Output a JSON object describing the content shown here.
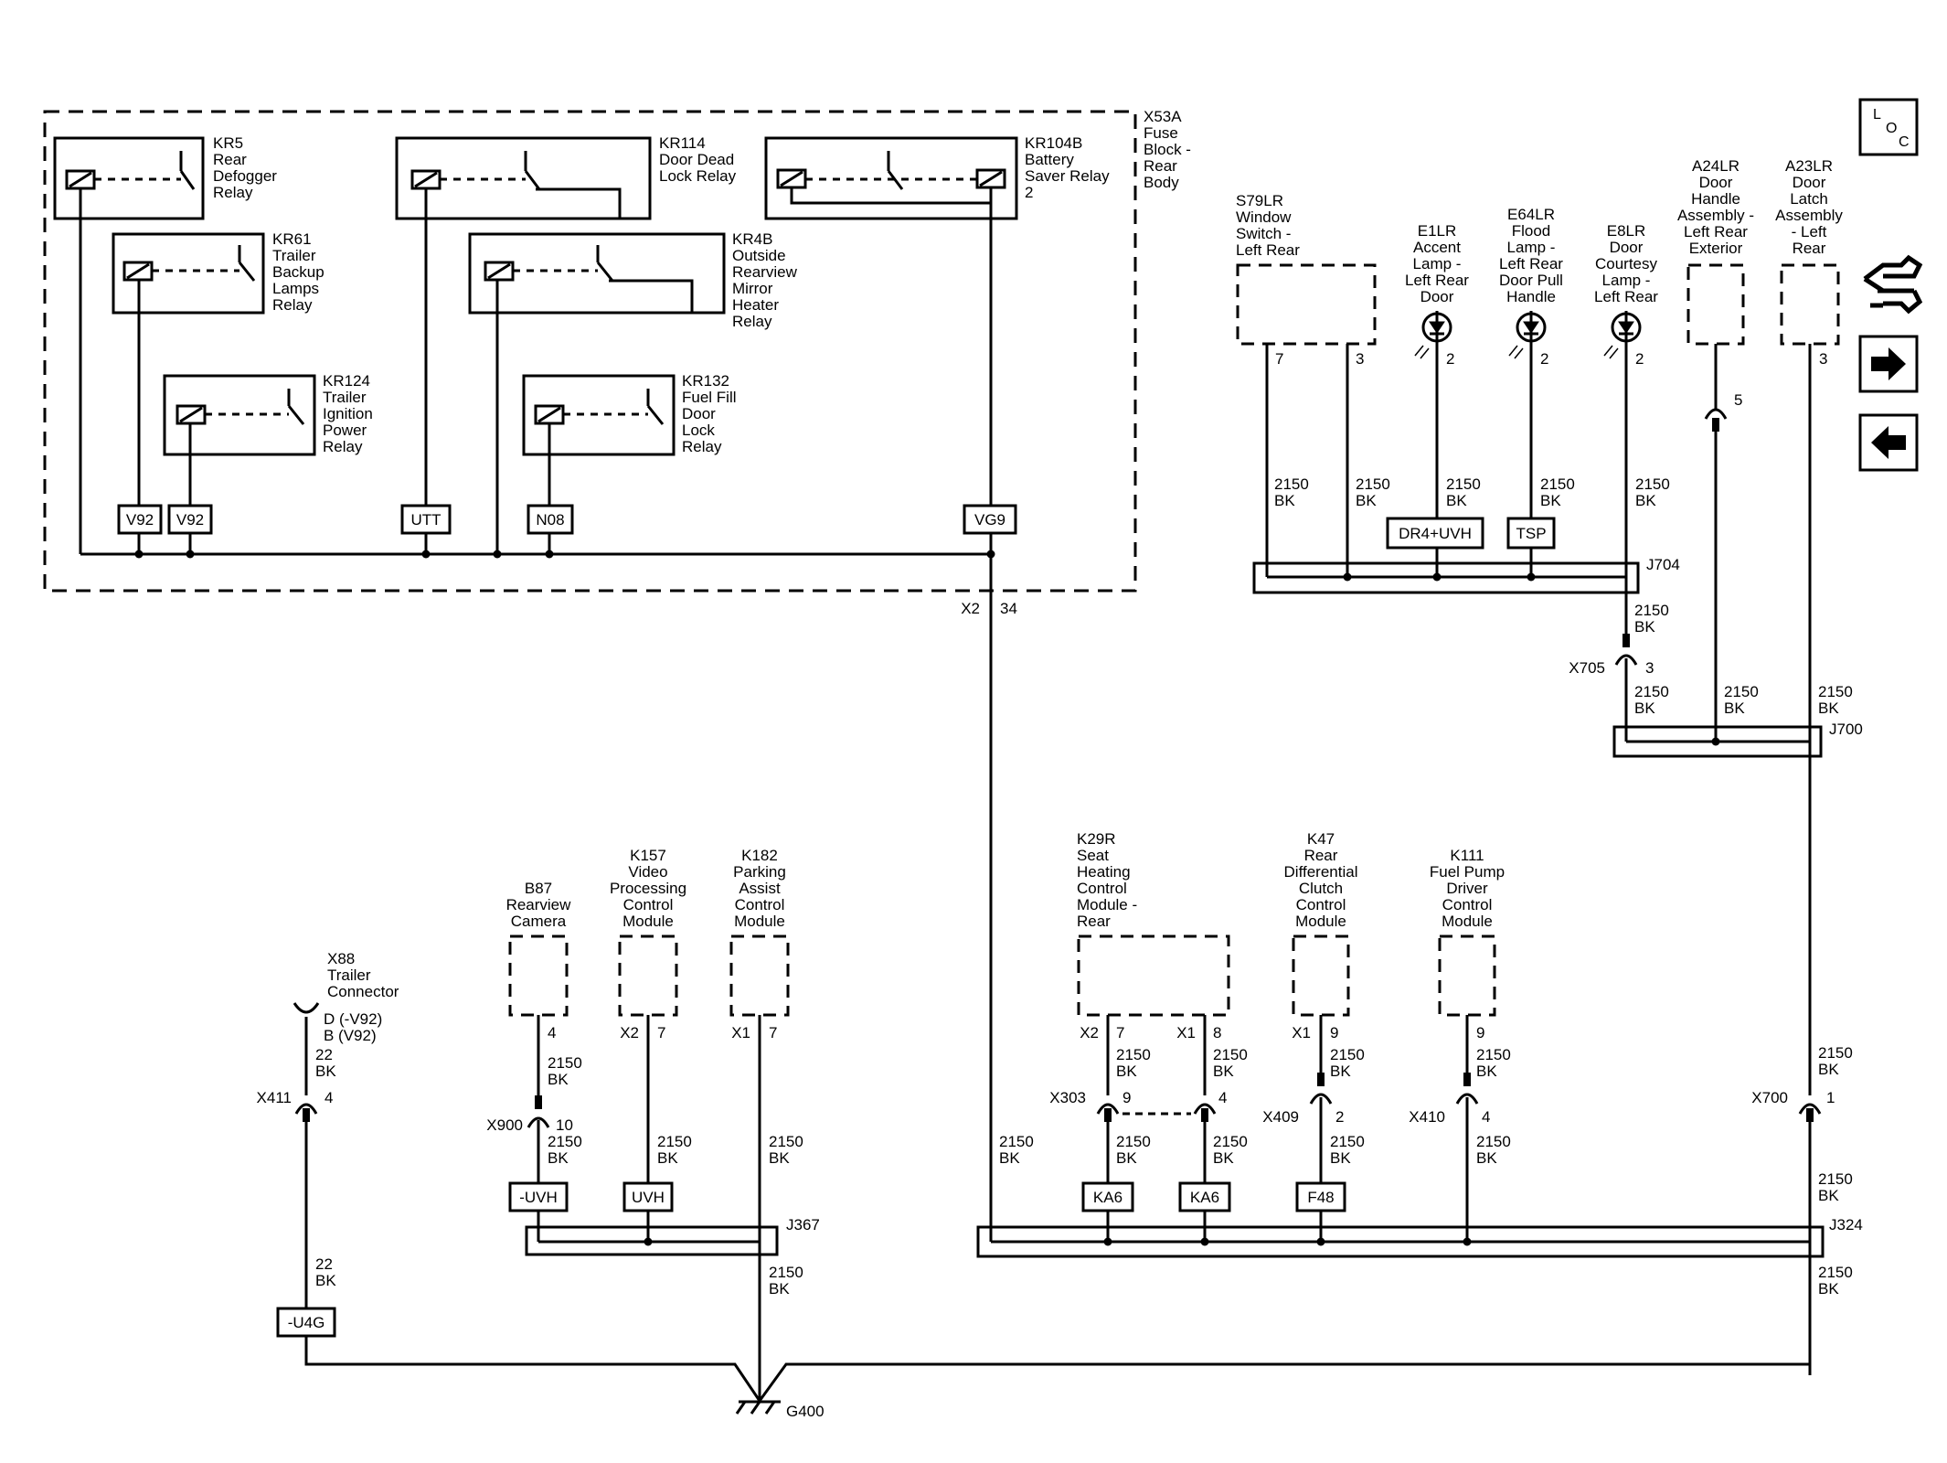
{
  "fuse_block": {
    "name": [
      "X53A",
      "Fuse",
      "Block -",
      "Rear",
      "Body"
    ],
    "conn": "X2",
    "pin": "34"
  },
  "relays": {
    "kr5": [
      "KR5",
      "Rear",
      "Defogger",
      "Relay"
    ],
    "kr114": [
      "KR114",
      "Door Dead",
      "Lock Relay"
    ],
    "kr104b": [
      "KR104B",
      "Battery",
      "Saver Relay",
      "2"
    ],
    "kr61": [
      "KR61",
      "Trailer",
      "Backup",
      "Lamps",
      "Relay"
    ],
    "kr4b": [
      "KR4B",
      "Outside",
      "Rearview",
      "Mirror",
      "Heater",
      "Relay"
    ],
    "kr124": [
      "KR124",
      "Trailer",
      "Ignition",
      "Power",
      "Relay"
    ],
    "kr132": [
      "KR132",
      "Fuel Fill",
      "Door",
      "Lock",
      "Relay"
    ]
  },
  "options": {
    "v92a": "V92",
    "v92b": "V92",
    "utt": "UTT",
    "n08": "N08",
    "vg9": "VG9",
    "dr4": "DR4+UVH",
    "tsp": "TSP",
    "uvh_neg": "-UVH",
    "uvh": "UVH",
    "ka6a": "KA6",
    "ka6b": "KA6",
    "f48": "F48",
    "u4g": "-U4G"
  },
  "components": {
    "s79lr": [
      "S79LR",
      "Window",
      "Switch -",
      "Left Rear"
    ],
    "e1lr": [
      "E1LR",
      "Accent",
      "Lamp -",
      "Left Rear",
      "Door"
    ],
    "e64lr": [
      "E64LR",
      "Flood",
      "Lamp -",
      "Left Rear",
      "Door Pull",
      "Handle"
    ],
    "e8lr": [
      "E8LR",
      "Door",
      "Courtesy",
      "Lamp -",
      "Left Rear"
    ],
    "a24lr": [
      "A24LR",
      "Door",
      "Handle",
      "Assembly -",
      "Left Rear",
      "Exterior"
    ],
    "a23lr": [
      "A23LR",
      "Door",
      "Latch",
      "Assembly",
      "- Left",
      "Rear"
    ],
    "b87": [
      "B87",
      "Rearview",
      "Camera"
    ],
    "k157": [
      "K157",
      "Video",
      "Processing",
      "Control",
      "Module"
    ],
    "k182": [
      "K182",
      "Parking",
      "Assist",
      "Control",
      "Module"
    ],
    "k29r": [
      "K29R",
      "Seat",
      "Heating",
      "Control",
      "Module -",
      "Rear"
    ],
    "k47": [
      "K47",
      "Rear",
      "Differential",
      "Clutch",
      "Control",
      "Module"
    ],
    "k111": [
      "K111",
      "Fuel Pump",
      "Driver",
      "Control",
      "Module"
    ],
    "x88": [
      "X88",
      "Trailer",
      "Connector"
    ]
  },
  "x88_pins": [
    "D (-V92)",
    "B (V92)"
  ],
  "pins": {
    "s79_7": "7",
    "s79_3": "3",
    "e1_2": "2",
    "e64_2": "2",
    "e8_2": "2",
    "a24_5": "5",
    "a23_3": "3",
    "b87_4": "4",
    "k157_x2": "X2",
    "k157_7": "7",
    "k182_x1": "X1",
    "k182_7": "7",
    "k29_x2": "X2",
    "k29_7": "7",
    "k29_x1": "X1",
    "k29_8": "8",
    "k47_x1": "X1",
    "k47_9": "9",
    "k111_9": "9",
    "x705": "X705",
    "x705_3": "3",
    "x900": "X900",
    "x900_10": "10",
    "x303": "X303",
    "x303_9": "9",
    "x303_4": "4",
    "x409": "X409",
    "x409_2": "2",
    "x410": "X410",
    "x410_4": "4",
    "x700": "X700",
    "x700_1": "1",
    "x411": "X411",
    "x411_4": "4"
  },
  "wires": {
    "size": "2150",
    "color": "BK",
    "size_22": "22"
  },
  "splices": {
    "j704": "J704",
    "j700": "J700",
    "j367": "J367",
    "j324": "J324"
  },
  "ground": "G400",
  "nav": {
    "loc": [
      "L",
      "O",
      "C"
    ]
  }
}
